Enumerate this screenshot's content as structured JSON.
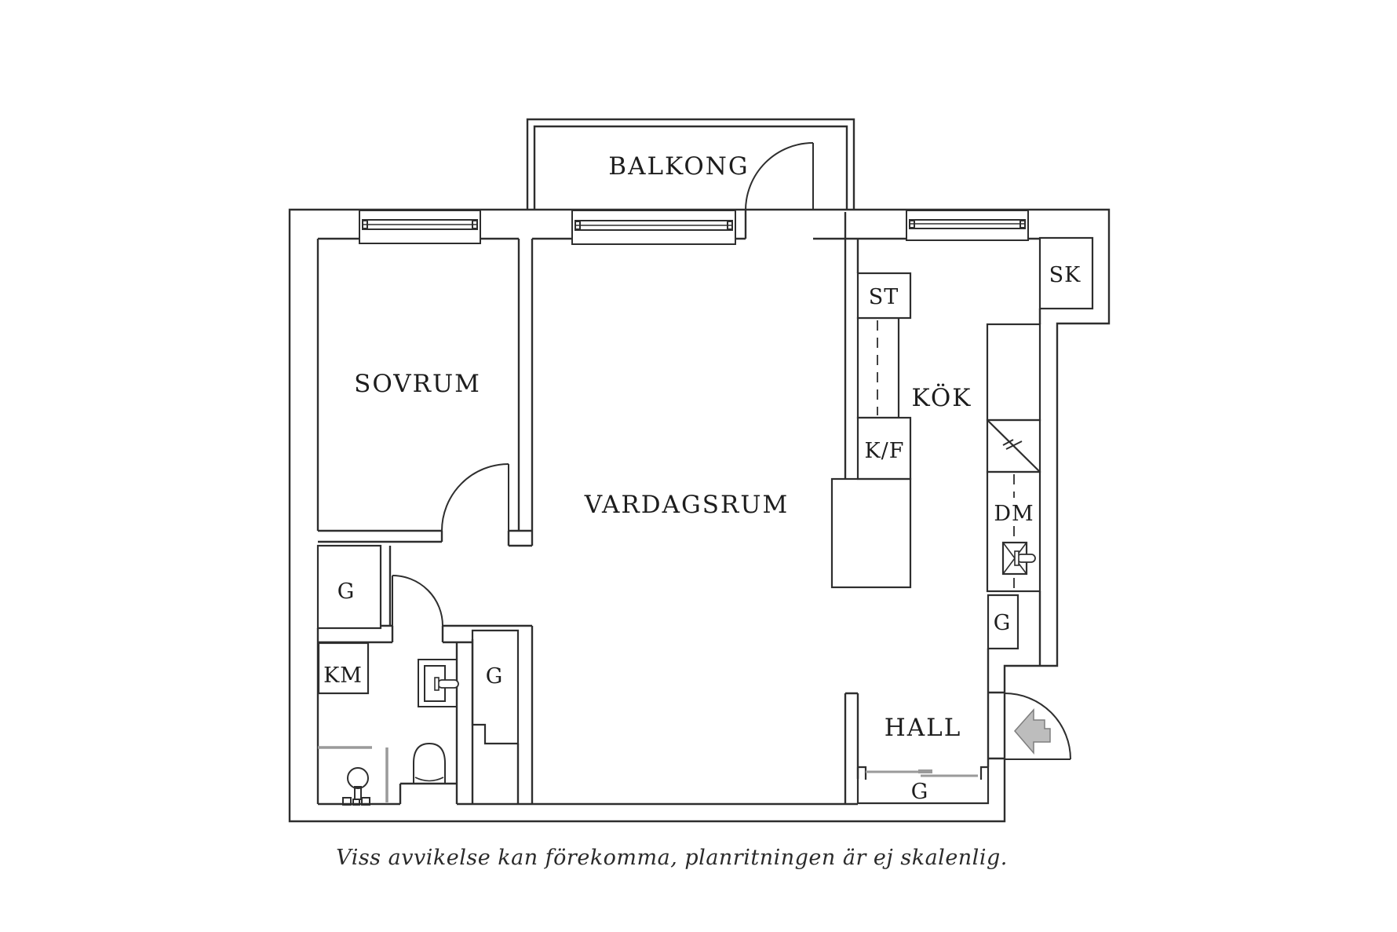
{
  "title": "Apartment floor plan",
  "labels": {
    "balkong": "BALKONG",
    "sovrum": "SOVRUM",
    "vardagsrum": "VARDAGSRUM",
    "kok": "KÖK",
    "hall": "HALL",
    "st": "ST",
    "kf": "K/F",
    "sk": "SK",
    "dm": "DM",
    "km": "KM",
    "g_nook": "G",
    "g_tall": "G",
    "g_kitchen": "G",
    "g_hall": "G"
  },
  "caption": "Viss avvikelse kan förekomma, planritningen är ej skalenlig.",
  "colors": {
    "line": "#2e2e2e",
    "glass_gray": "#9a9a9a",
    "arrow_fill": "#bdbdbd",
    "arrow_stroke": "#7e7e7e",
    "background": "#ffffff"
  }
}
